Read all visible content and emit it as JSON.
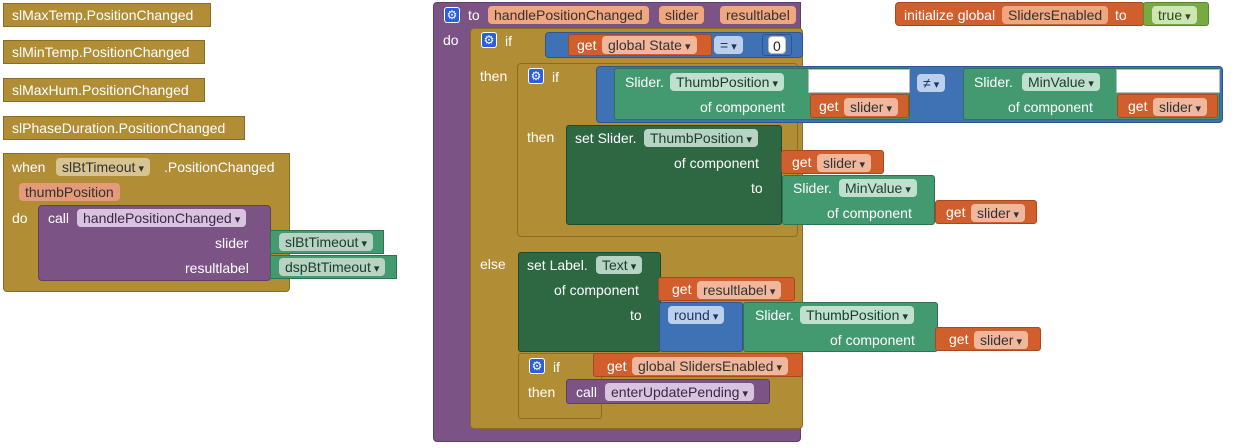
{
  "collapsed_events": [
    "slMaxTemp.PositionChanged",
    "slMinTemp.PositionChanged",
    "slMaxHum.PositionChanged",
    "slPhaseDuration.PositionChanged"
  ],
  "event_block": {
    "when": "when",
    "component": "slBtTimeout",
    "event": ".PositionChanged",
    "param": "thumbPosition",
    "do": "do",
    "call": "call",
    "proc_name": "handlePositionChanged",
    "arg1_label": "slider",
    "arg1_value": "slBtTimeout",
    "arg2_label": "resultlabel",
    "arg2_value": "dspBtTimeout"
  },
  "procedure": {
    "to": "to",
    "name": "handlePositionChanged",
    "param1": "slider",
    "param2": "resultlabel",
    "do": "do",
    "if": "if",
    "then": "then",
    "else": "else",
    "get": "get",
    "global_state": "global State",
    "eq_op": "=",
    "zero": "0",
    "slider_dot": "Slider.",
    "thumb_position": "ThumbPosition",
    "of_component": "of component",
    "slider_var": "slider",
    "neq_op": "≠",
    "min_value": "MinValue",
    "set_slider": "set Slider.",
    "to_word": "to",
    "set_label": "set Label.",
    "text_prop": "Text",
    "resultlabel_var": "resultlabel",
    "round": "round",
    "global_sliders_enabled": "global SlidersEnabled",
    "call": "call",
    "enter_update": "enterUpdatePending"
  },
  "global_init": {
    "label": "initialize global",
    "name": "SlidersEnabled",
    "to": "to",
    "value": "true"
  },
  "colors": {
    "procedure": "#7c5385",
    "control": "#b18e35",
    "component": "#2d6843",
    "component_getter": "#439970",
    "variable": "#d05f2d",
    "math": "#3f71b5",
    "logic": "#77ab41"
  }
}
